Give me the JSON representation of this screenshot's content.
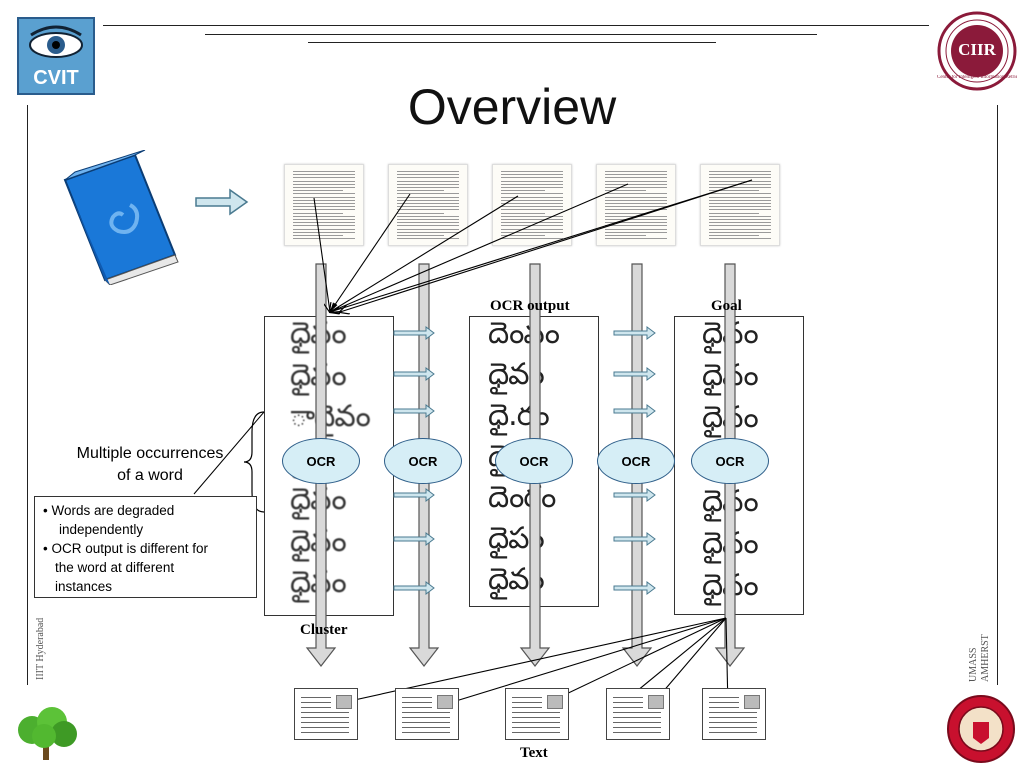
{
  "slide": {
    "title": "Overview",
    "labels": {
      "ocr_output": "OCR output",
      "goal": "Goal",
      "cluster": "Cluster",
      "text": "Text"
    },
    "ocr_label": "OCR",
    "multiple_occurrences": [
      "Multiple occurrences",
      "of a word"
    ],
    "notes": [
      "• Words are degraded",
      "independently",
      "• OCR output is different for",
      "the word at different",
      "instances"
    ],
    "left_vertical": "IIIT Hyderabad",
    "right_vertical": [
      "UMASS",
      "AMHERST"
    ],
    "logos": {
      "cvit": "CVIT",
      "ciir": "CIIR",
      "ciir_ring": "Center for Intelligent Information Retrieval"
    },
    "cluster_words": [
      "ధైవం",
      "ధైవం",
      "ాధైవం",
      "ధైవం",
      "ధైవం",
      "ధైవం",
      "ధైవం"
    ],
    "ocr_words": [
      "దెంవం",
      "ధైవం",
      "ధై.రం",
      "ధైవం",
      "దెంరం",
      "ధైపం",
      "ధైవం"
    ],
    "goal_words": [
      "ధైవం",
      "ధైవం",
      "ధైవం",
      "ధైవం",
      "ధైవం",
      "ధైవం",
      "ధైవం"
    ]
  },
  "colors": {
    "ocr_fill": "#d6eef6",
    "ocr_stroke": "#2f5f8a",
    "arrow_fill": "#d9d9d9",
    "book": "#1a78d8"
  }
}
